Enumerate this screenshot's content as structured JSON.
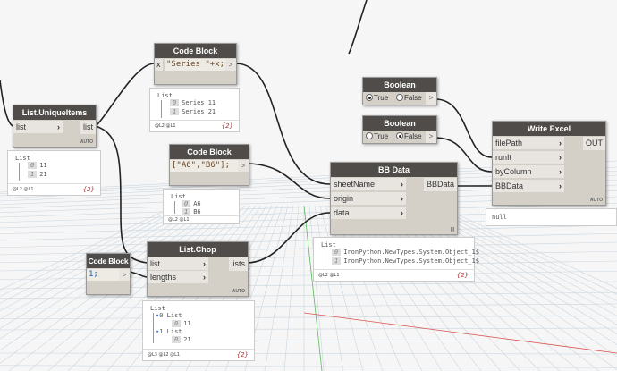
{
  "nodes": {
    "unique": {
      "title": "List.UniqueItems",
      "in": "list",
      "out": "list",
      "lacing": "AUTO",
      "preview": {
        "title": "List",
        "items": [
          {
            "i": "0",
            "v": "11"
          },
          {
            "i": "1",
            "v": "21"
          }
        ],
        "levels": "@L2 @L1",
        "count": "{2}"
      }
    },
    "code1": {
      "title": "Code Block",
      "in": "x",
      "code": "\"Series \"+x;",
      "out": ">",
      "preview": {
        "title": "List",
        "items": [
          {
            "i": "0",
            "v": "Series 11"
          },
          {
            "i": "1",
            "v": "Series 21"
          }
        ],
        "levels": "@L2 @L1",
        "count": "{2}"
      }
    },
    "code2": {
      "title": "Code Block",
      "code": "[\"A6\",\"B6\"];",
      "out": ">",
      "preview": {
        "title": "List",
        "items": [
          {
            "i": "0",
            "v": "A6"
          },
          {
            "i": "1",
            "v": "B6"
          }
        ],
        "levels": "@L2 @L1"
      }
    },
    "code3": {
      "title": "Code Block",
      "code": "1;",
      "out": ">"
    },
    "chop": {
      "title": "List.Chop",
      "in": [
        "list",
        "lengths"
      ],
      "out": "lists",
      "lacing": "AUTO",
      "preview": {
        "title": "List",
        "sub": [
          {
            "i": "0",
            "label": "List",
            "item": {
              "i": "0",
              "v": "11"
            }
          },
          {
            "i": "1",
            "label": "List",
            "item": {
              "i": "0",
              "v": "21"
            }
          }
        ],
        "levels": "@L3 @L2 @L1",
        "count": "{2}"
      }
    },
    "bbdata": {
      "title": "BB Data",
      "in": [
        "sheetName",
        "origin",
        "data"
      ],
      "out": "BBData",
      "lacing": "|||",
      "preview": {
        "title": "List",
        "items": [
          {
            "i": "0",
            "v": "IronPython.NewTypes.System.Object_1$"
          },
          {
            "i": "1",
            "v": "IronPython.NewTypes.System.Object_1$"
          }
        ],
        "levels": "@L2 @L1",
        "count": "{2}"
      }
    },
    "bool1": {
      "title": "Boolean",
      "true": "True",
      "false": "False",
      "value": true,
      "out": ">"
    },
    "bool2": {
      "title": "Boolean",
      "true": "True",
      "false": "False",
      "value": false,
      "out": ">"
    },
    "excel": {
      "title": "Write Excel",
      "in": [
        "filePath",
        "runIt",
        "byColumn",
        "BBData"
      ],
      "out": "OUT",
      "lacing": "AUTO",
      "preview": "null"
    }
  },
  "colors": {
    "header": "#4f4c49",
    "body": "#d4d0c8",
    "wire": "#222222"
  }
}
